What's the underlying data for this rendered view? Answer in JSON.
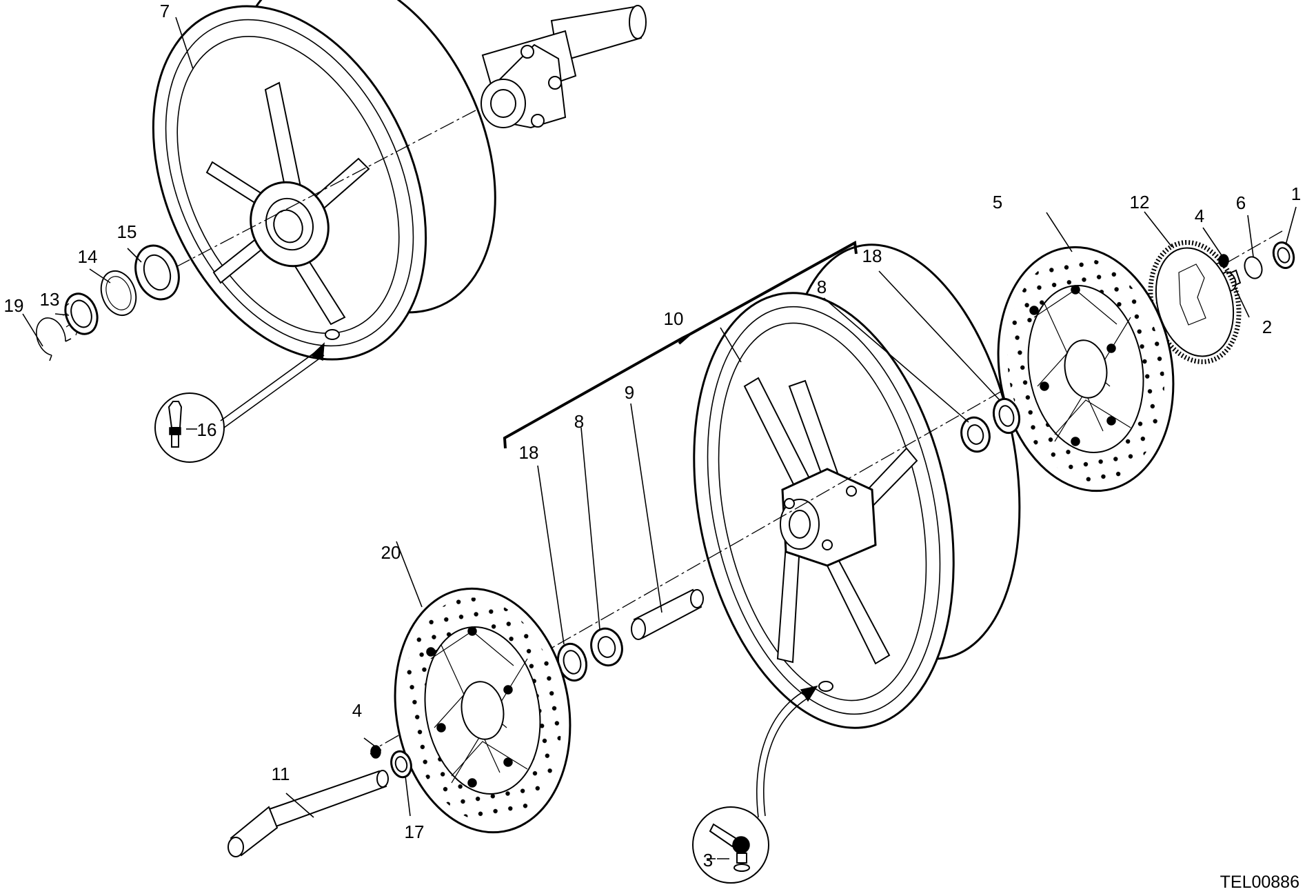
{
  "drawing": {
    "code": "TEL00886",
    "callouts": [
      "1",
      "2",
      "3",
      "4",
      "4",
      "5",
      "6",
      "7",
      "8",
      "8",
      "9",
      "10",
      "11",
      "12",
      "13",
      "14",
      "15",
      "16",
      "17",
      "18",
      "18",
      "19",
      "20"
    ]
  }
}
